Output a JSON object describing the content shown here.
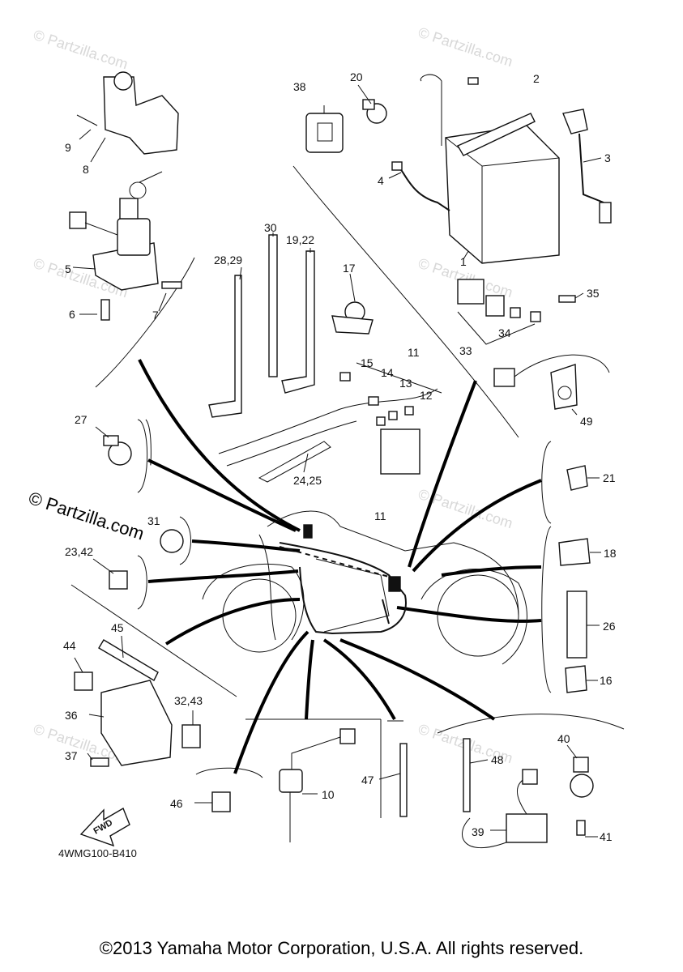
{
  "diagram": {
    "code": "4WMG100-B410",
    "fwd_label": "FWD",
    "copyright": "©2013 Yamaha Motor Corporation, U.S.A. All rights reserved.",
    "watermark": "© Partzilla.com",
    "watermark_faint": "© Partzilla.com",
    "callouts": {
      "c1": "1",
      "c2": "2",
      "c3": "3",
      "c4": "4",
      "c5": "5",
      "c6": "6",
      "c7": "7",
      "c8": "8",
      "c9": "9",
      "c10": "10",
      "c11a": "11",
      "c11b": "11",
      "c12": "12",
      "c13": "13",
      "c14": "14",
      "c15": "15",
      "c16": "16",
      "c17": "17",
      "c18": "18",
      "c19_22": "19,22",
      "c20": "20",
      "c21": "21",
      "c23_42": "23,42",
      "c24_25": "24,25",
      "c26": "26",
      "c27": "27",
      "c28_29": "28,29",
      "c30": "30",
      "c31": "31",
      "c32_43": "32,43",
      "c33": "33",
      "c34": "34",
      "c35": "35",
      "c36": "36",
      "c37": "37",
      "c38": "38",
      "c39": "39",
      "c40": "40",
      "c41": "41",
      "c44": "44",
      "c45": "45",
      "c46": "46",
      "c47": "47",
      "c48": "48",
      "c49": "49"
    }
  }
}
